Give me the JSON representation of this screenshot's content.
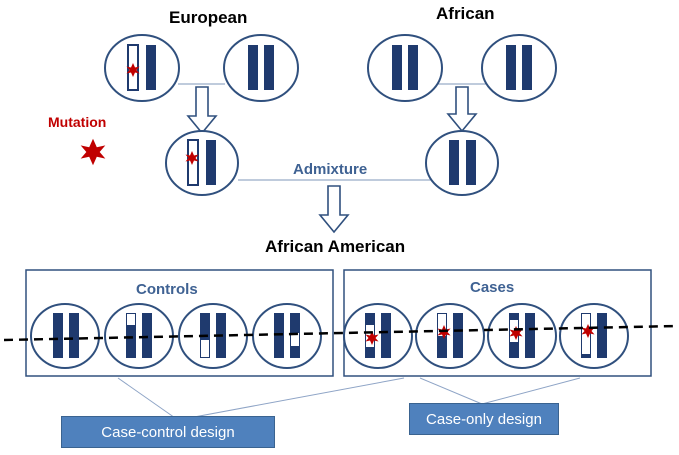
{
  "populations": {
    "european": "European",
    "african": "African",
    "african_american": "African American"
  },
  "mutation": {
    "label": "Mutation",
    "color": "#c00000"
  },
  "admixture": {
    "label": "Admixture"
  },
  "groups": {
    "controls": "Controls",
    "cases": "Cases"
  },
  "designs": {
    "case_control": "Case-control design",
    "case_only": "Case-only design"
  },
  "colors": {
    "chromosome": "#1f3a6e",
    "outline": "#30507e",
    "design_box": "#4f81bd",
    "label": "#3f6293"
  }
}
